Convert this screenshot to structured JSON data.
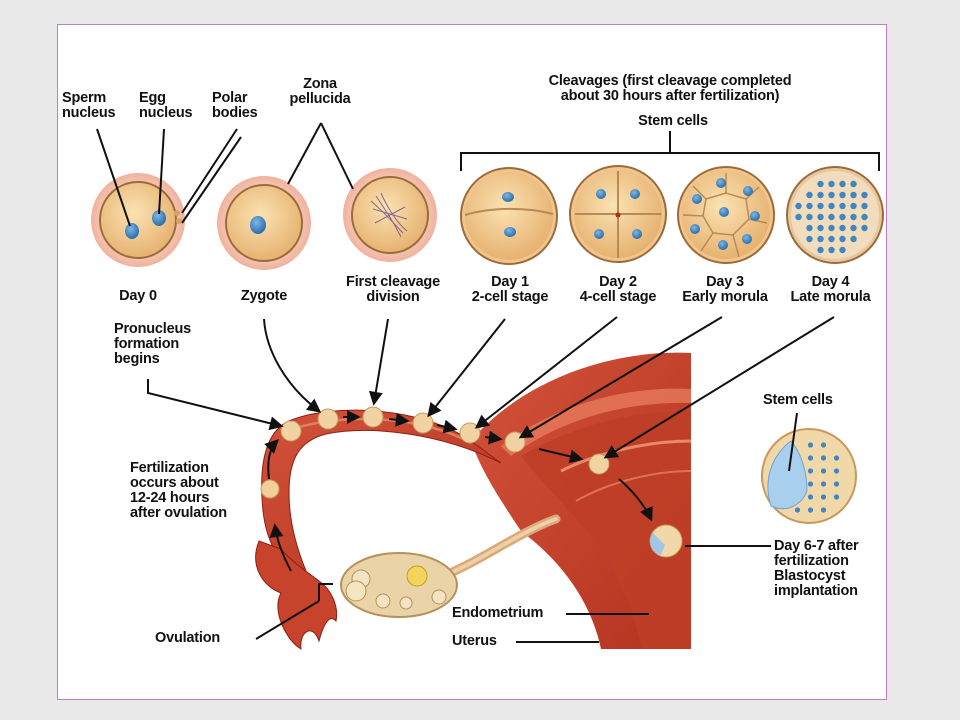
{
  "labels": {
    "sperm_nucleus": "Sperm\nnucleus",
    "egg_nucleus": "Egg\nnucleus",
    "polar_bodies": "Polar\nbodies",
    "zona_pellucida": "Zona\npellucida",
    "cleavages": "Cleavages (first cleavage completed\nabout 30 hours after fertilization)",
    "stem_cells_top": "Stem cells",
    "day0": "Day 0",
    "zygote": "Zygote",
    "first_cleavage": "First cleavage\ndivision",
    "day1": "Day 1\n2-cell stage",
    "day2": "Day 2\n4-cell stage",
    "day3": "Day 3\nEarly morula",
    "day4": "Day 4\nLate morula",
    "pronucleus": "Pronucleus\nformation\nbegins",
    "fertilization": "Fertilization\noccurs about\n12-24 hours\nafter ovulation",
    "stem_cells_right": "Stem cells",
    "day67": "Day 6-7 after\nfertilization\nBlastocyst\nimplantation",
    "endometrium": "Endometrium",
    "uterus": "Uterus",
    "ovulation": "Ovulation"
  },
  "colors": {
    "tissue": "#c8432b",
    "tissue_dark": "#8e1f14",
    "embryo_fill": "#f1cb8c",
    "halo": "#f3c4b4",
    "nucleus": "#4a8fc8",
    "frame_border": "#c47ac4"
  }
}
